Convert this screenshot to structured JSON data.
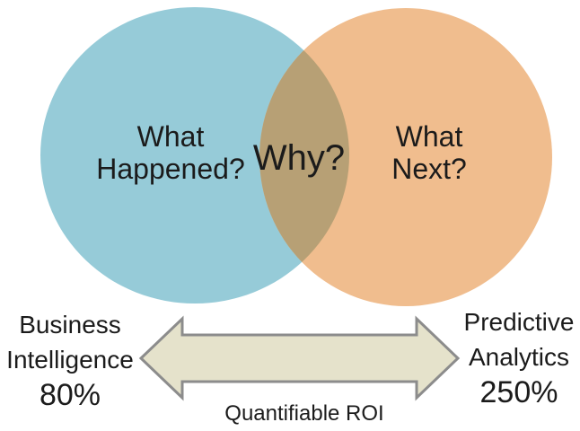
{
  "venn": {
    "left": {
      "label_line1": "What",
      "label_line2": "Happened?",
      "color": "#96cbd8"
    },
    "right": {
      "label_line1": "What",
      "label_line2": "Next?",
      "color": "#f0bd8e"
    },
    "overlap": {
      "label": "Why?",
      "color": "#b7a075"
    }
  },
  "metrics": {
    "left": {
      "line1": "Business",
      "line2": "Intelligence",
      "value": "80%"
    },
    "right": {
      "line1": "Predictive",
      "line2": "Analytics",
      "value": "250%"
    }
  },
  "arrow": {
    "fill": "#e5e2cb",
    "stroke": "#8c8c8c",
    "caption": "Quantifiable ROI"
  },
  "colors": {
    "text": "#1b1b1b",
    "background": "#ffffff"
  }
}
